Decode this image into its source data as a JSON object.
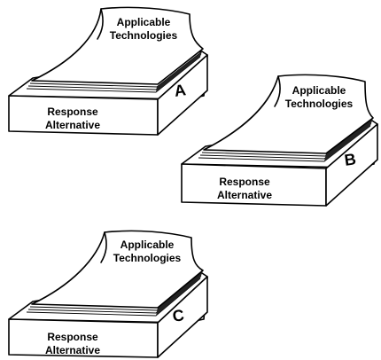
{
  "stacks": [
    {
      "letter": "A",
      "paper_line1": "Applicable",
      "paper_line2": "Technologies",
      "box_line1": "Response",
      "box_line2": "Alternative"
    },
    {
      "letter": "B",
      "paper_line1": "Applicable",
      "paper_line2": "Technologies",
      "box_line1": "Response",
      "box_line2": "Alternative"
    },
    {
      "letter": "C",
      "paper_line1": "Applicable",
      "paper_line2": "Technologies",
      "box_line1": "Response",
      "box_line2": "Alternative"
    }
  ]
}
